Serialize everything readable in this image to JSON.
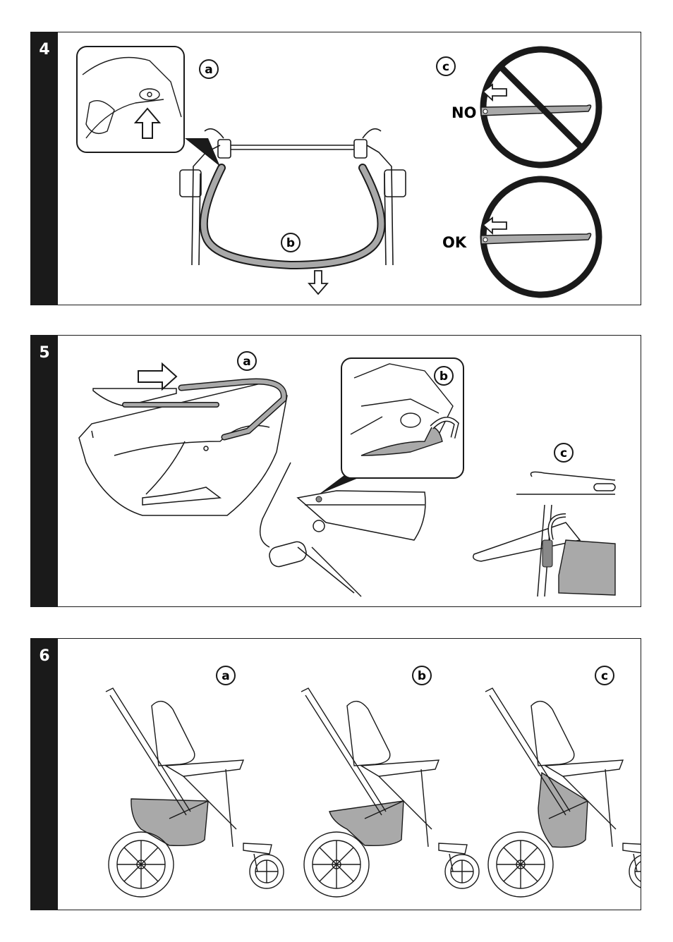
{
  "panels": [
    {
      "step": "4",
      "labels": {
        "a": "a",
        "b": "b",
        "c": "c"
      },
      "no_text": "NO",
      "ok_text": "OK"
    },
    {
      "step": "5",
      "labels": {
        "a": "a",
        "b": "b",
        "c": "c"
      }
    },
    {
      "step": "6",
      "labels": {
        "a": "a",
        "b": "b",
        "c": "c"
      }
    }
  ],
  "colors": {
    "ink": "#1a1a1a",
    "fill_gray": "#a9a9a9",
    "paper": "#ffffff"
  }
}
